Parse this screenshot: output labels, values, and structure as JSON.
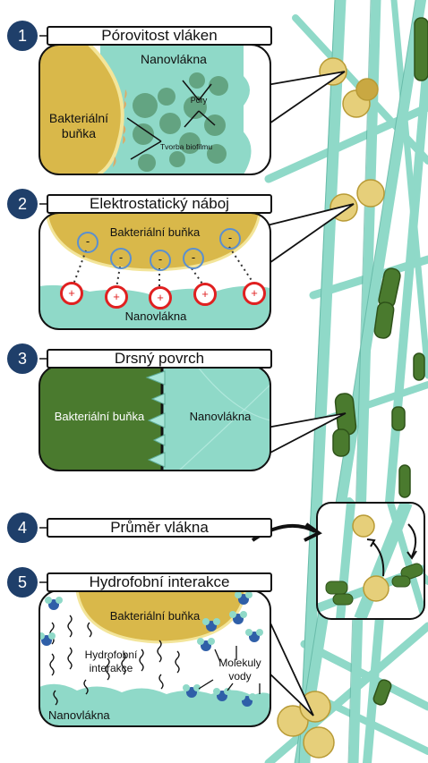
{
  "panels": [
    {
      "number": "1",
      "title": "Pórovitost vláken"
    },
    {
      "number": "2",
      "title": "Elektrostatický náboj"
    },
    {
      "number": "3",
      "title": "Drsný povrch"
    },
    {
      "number": "4",
      "title": "Průměr vlákna"
    },
    {
      "number": "5",
      "title": "Hydrofobní interakce"
    }
  ],
  "labels": {
    "p1_bacteria": "Bakteriální buňka",
    "p1_nanofibers": "Nanovlákna",
    "p1_pores": "Póry",
    "p1_biofilm": "Tvorba biofilmu",
    "p2_bacteria": "Bakteriální buňka",
    "p2_nanofibers": "Nanovlákna",
    "p2_negative": "-",
    "p2_positive": "+",
    "p3_bacteria": "Bakteriální buňka",
    "p3_nanofibers": "Nanovlákna",
    "p5_bacteria": "Bakteriální buňka",
    "p5_hydrophobic": "Hydrofobní interakce",
    "p5_water": "Molekuly vody",
    "p5_nanofibers": "Nanovlákna"
  },
  "colors": {
    "number_circle": "#1f3f6a",
    "fiber": "#8fd9c8",
    "bacteria_yellow": "#d9b84a",
    "bacteria_green": "#4a7a2e",
    "negative_ring": "#5a8fd0",
    "positive_ring": "#e02020",
    "water_blue": "#2f5fa8"
  }
}
